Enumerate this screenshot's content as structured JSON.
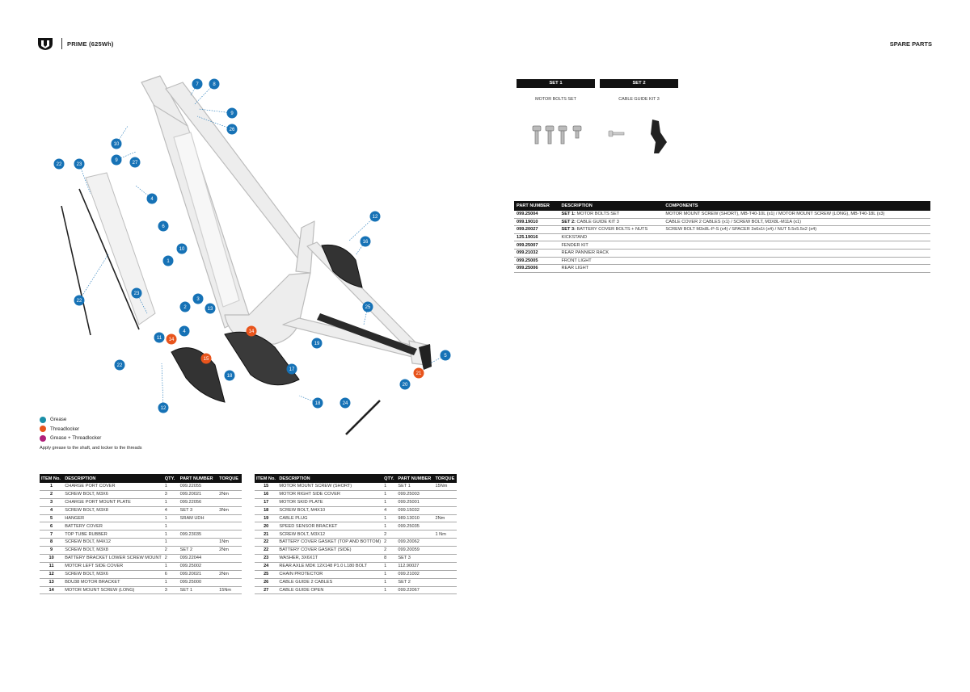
{
  "header": {
    "model": "PRIME (625Wh)",
    "section": "SPARE PARTS"
  },
  "legend": [
    {
      "label": "Grease",
      "color": "#1a8fa8"
    },
    {
      "label": "Threadlocker",
      "color": "#e8541c"
    },
    {
      "label": "Grease + Threadlocker",
      "color": "#b0207a"
    }
  ],
  "note": "Apply grease to the shaft, and locker to the threads",
  "colors": {
    "callout": "#1672b6",
    "threadlocker": "#e8541c",
    "header_bg": "#111111"
  },
  "table_left": {
    "headers": [
      "ITEM No.",
      "DESCRIPTION",
      "QTY.",
      "PART NUMBER",
      "TORQUE"
    ],
    "rows": [
      [
        "1",
        "CHARGE PORT COVER",
        "1",
        "099.22055",
        ""
      ],
      [
        "2",
        "SCREW BOLT, M3X6",
        "3",
        "099.20021",
        "2Nm"
      ],
      [
        "3",
        "CHARGE PORT MOUNT PLATE",
        "1",
        "099.22056",
        ""
      ],
      [
        "4",
        "SCREW BOLT, M3X8",
        "4",
        "SET 3",
        "3Nm"
      ],
      [
        "5",
        "HANGER",
        "1",
        "SRAM UDH",
        ""
      ],
      [
        "6",
        "BATTERY COVER",
        "1",
        "",
        ""
      ],
      [
        "7",
        "TOP TUBE RUBBER",
        "1",
        "099.23035",
        ""
      ],
      [
        "8",
        "SCREW BOLT, M4X12",
        "1",
        "",
        "1Nm"
      ],
      [
        "9",
        "SCREW BOLT, M3X8",
        "2",
        "SET 2",
        "2Nm"
      ],
      [
        "10",
        "BATTERY BRACKET LOWER SCREW MOUNT",
        "2",
        "099.22044",
        ""
      ],
      [
        "11",
        "MOTOR LEFT SIDE COVER",
        "1",
        "099.25002",
        ""
      ],
      [
        "12",
        "SCREW BOLT, M3X6",
        "6",
        "099.20021",
        "2Nm"
      ],
      [
        "13",
        "BDU38 MOTOR BRACKET",
        "1",
        "099.25000",
        ""
      ],
      [
        "14",
        "MOTOR MOUNT SCREW (LONG)",
        "3",
        "SET 1",
        "15Nm"
      ]
    ]
  },
  "table_right": {
    "headers": [
      "ITEM No.",
      "DESCRIPTION",
      "QTY.",
      "PART NUMBER",
      "TORQUE"
    ],
    "rows": [
      [
        "15",
        "MOTOR MOUNT SCREW (SHORT)",
        "1",
        "SET 1",
        "15Nm"
      ],
      [
        "16",
        "MOTOR RIGHT SIDE COVER",
        "1",
        "099.25003",
        ""
      ],
      [
        "17",
        "MOTOR SKID PLATE",
        "1",
        "099.25001",
        ""
      ],
      [
        "18",
        "SCREW BOLT, M4X10",
        "4",
        "099.15032",
        ""
      ],
      [
        "19",
        "CABLE PLUG",
        "1",
        "989.13010",
        "2Nm"
      ],
      [
        "20",
        "SPEED SENSOR BRACKET",
        "1",
        "099.25035",
        ""
      ],
      [
        "21",
        "SCREW BOLT, M3X12",
        "2",
        "",
        "1 Nm"
      ],
      [
        "22",
        "BATTERY COVER GASKET (TOP AND BOTTOM)",
        "2",
        "099.20062",
        ""
      ],
      [
        "22",
        "BATTERY COVER GASKET (SIDE)",
        "2",
        "099.20059",
        ""
      ],
      [
        "23",
        "WASHER, 3X6X1T",
        "8",
        "SET 3",
        ""
      ],
      [
        "24",
        "REAR AXLE MDK 12X148 P1.0 L180 BOLT",
        "1",
        "112.90027",
        ""
      ],
      [
        "25",
        "CHAIN PROTECTOR",
        "1",
        "099.21002",
        ""
      ],
      [
        "26",
        "CABLE GUIDE 2 CABLES",
        "1",
        "SET 2",
        ""
      ],
      [
        "27",
        "CABLE GUIDE OPEN",
        "1",
        "099.22067",
        ""
      ]
    ]
  },
  "sets": [
    {
      "title": "SET 1",
      "label": "MOTOR BOLTS SET"
    },
    {
      "title": "SET 2",
      "label": "CABLE GUIDE KIT 3"
    }
  ],
  "components_table": {
    "headers": [
      "PART NUMBER",
      "DESCRIPTION",
      "COMPONENTS"
    ],
    "rows": [
      {
        "pn": "099.25004",
        "set": "SET 1:",
        "desc": "MOTOR BOLTS SET",
        "comp": "MOTOR MOUNT SCREW (SHORT), MB-T40-10L (x1) / MOTOR MOUNT SCREW (LONG), MB-T40-18L (x3)"
      },
      {
        "pn": "099.19010",
        "set": "SET 2:",
        "desc": "CABLE GUIDE KIT 3",
        "comp": "CABLE COVER 2 CABLES (x1) / SCREW BOLT, M3X8L-M11A (x1)"
      },
      {
        "pn": "099.20027",
        "set": "SET 3:",
        "desc": "BATTERY COVER BOLTS + NUTS",
        "comp": "SCREW BOLT M3x8L-P-S (x4) / SPACER 3x6x1t (x4) / NUT 5.5x5.5x2 (x4)"
      },
      {
        "pn": "125.19016",
        "set": "",
        "desc": "KICKSTAND",
        "comp": ""
      },
      {
        "pn": "099.25007",
        "set": "",
        "desc": "FENDER KIT",
        "comp": ""
      },
      {
        "pn": "099.21032",
        "set": "",
        "desc": "REAR PANNIER RACK",
        "comp": ""
      },
      {
        "pn": "099.25005",
        "set": "",
        "desc": "FRONT LIGHT",
        "comp": ""
      },
      {
        "pn": "099.25006",
        "set": "",
        "desc": "REAR LIGHT",
        "comp": ""
      }
    ]
  },
  "callouts": [
    {
      "n": "7",
      "type": "blue"
    },
    {
      "n": "8",
      "type": "blue"
    },
    {
      "n": "9",
      "type": "blue"
    },
    {
      "n": "26",
      "type": "blue"
    },
    {
      "n": "10",
      "type": "blue"
    },
    {
      "n": "9",
      "type": "blue"
    },
    {
      "n": "27",
      "type": "blue"
    },
    {
      "n": "22",
      "type": "blue"
    },
    {
      "n": "23",
      "type": "blue"
    },
    {
      "n": "4",
      "type": "blue"
    },
    {
      "n": "6",
      "type": "blue"
    },
    {
      "n": "10",
      "type": "blue"
    },
    {
      "n": "1",
      "type": "blue"
    },
    {
      "n": "22",
      "type": "blue"
    },
    {
      "n": "23",
      "type": "blue"
    },
    {
      "n": "3",
      "type": "blue"
    },
    {
      "n": "2",
      "type": "blue"
    },
    {
      "n": "13",
      "type": "blue"
    },
    {
      "n": "4",
      "type": "blue"
    },
    {
      "n": "11",
      "type": "blue"
    },
    {
      "n": "14",
      "type": "orange"
    },
    {
      "n": "14",
      "type": "orange"
    },
    {
      "n": "15",
      "type": "orange"
    },
    {
      "n": "22",
      "type": "blue"
    },
    {
      "n": "18",
      "type": "blue"
    },
    {
      "n": "12",
      "type": "blue"
    },
    {
      "n": "17",
      "type": "blue"
    },
    {
      "n": "18",
      "type": "blue"
    },
    {
      "n": "24",
      "type": "blue"
    },
    {
      "n": "12",
      "type": "blue"
    },
    {
      "n": "16",
      "type": "blue"
    },
    {
      "n": "25",
      "type": "blue"
    },
    {
      "n": "19",
      "type": "blue"
    },
    {
      "n": "5",
      "type": "blue"
    },
    {
      "n": "21",
      "type": "orange"
    },
    {
      "n": "20",
      "type": "blue"
    }
  ]
}
